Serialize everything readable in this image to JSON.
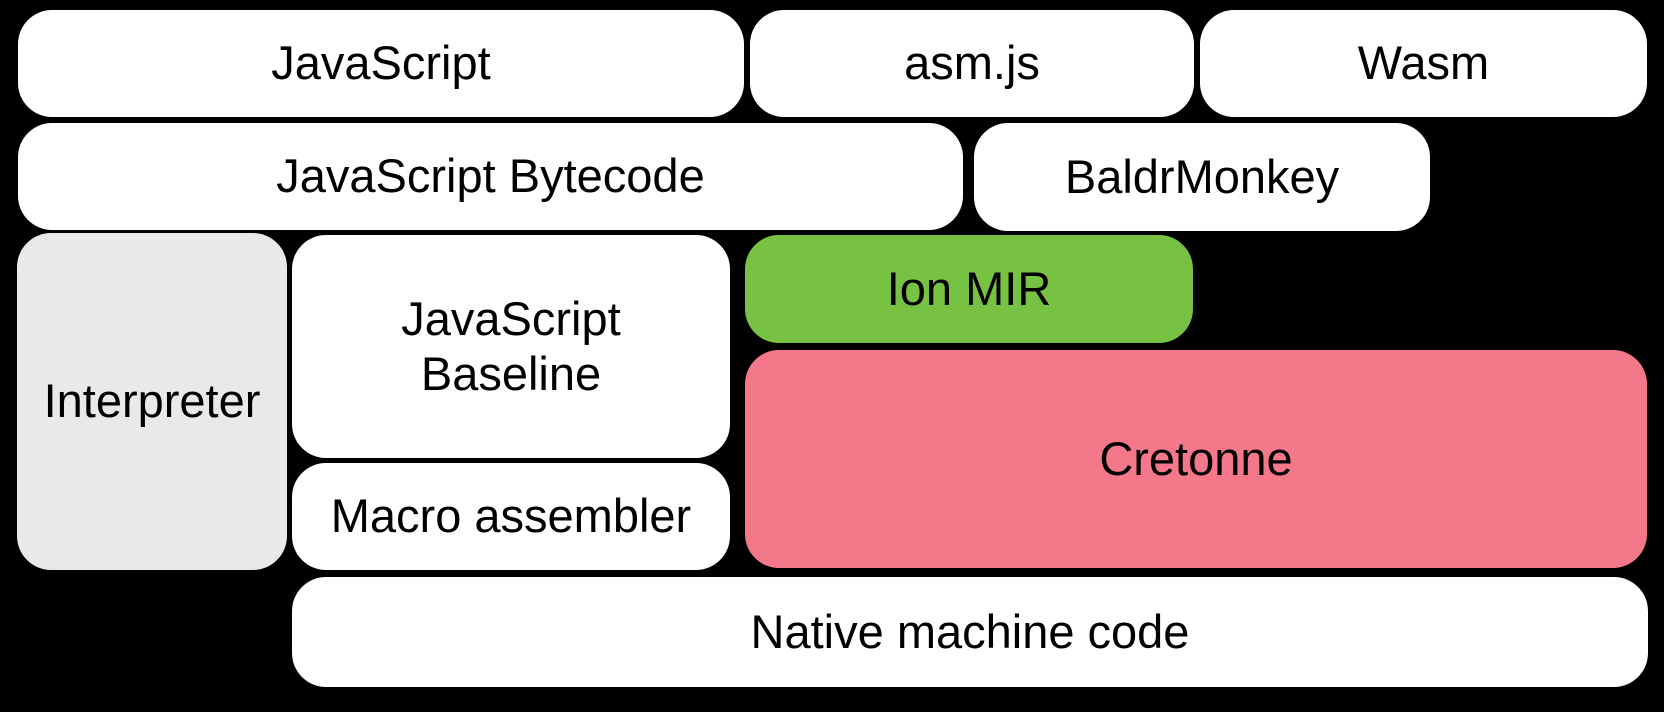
{
  "diagram": {
    "background_color": "#000000",
    "colors": {
      "node_default": "#FFFFFF",
      "interpreter_gray": "#E9E9E9",
      "ion_mir_green": "#77C243",
      "cretonne_pink": "#F5778A",
      "text": "#000000"
    },
    "nodes": {
      "javascript": {
        "label": "JavaScript",
        "fill": "#FFFFFF"
      },
      "asmjs": {
        "label": "asm.js",
        "fill": "#FFFFFF"
      },
      "wasm": {
        "label": "Wasm",
        "fill": "#FFFFFF"
      },
      "javascript_bytecode": {
        "label": "JavaScript Bytecode",
        "fill": "#FFFFFF"
      },
      "baldrmonkey": {
        "label": "BaldrMonkey",
        "fill": "#FFFFFF"
      },
      "interpreter": {
        "label": "Interpreter",
        "fill": "#E9E9E9"
      },
      "javascript_baseline": {
        "label": "JavaScript\nBaseline",
        "fill": "#FFFFFF"
      },
      "ion_mir": {
        "label": "Ion MIR",
        "fill": "#77C243"
      },
      "cretonne": {
        "label": "Cretonne",
        "fill": "#F5778A"
      },
      "macro_assembler": {
        "label": "Macro assembler",
        "fill": "#FFFFFF"
      },
      "native_machine_code": {
        "label": "Native machine code",
        "fill": "#FFFFFF"
      }
    }
  }
}
